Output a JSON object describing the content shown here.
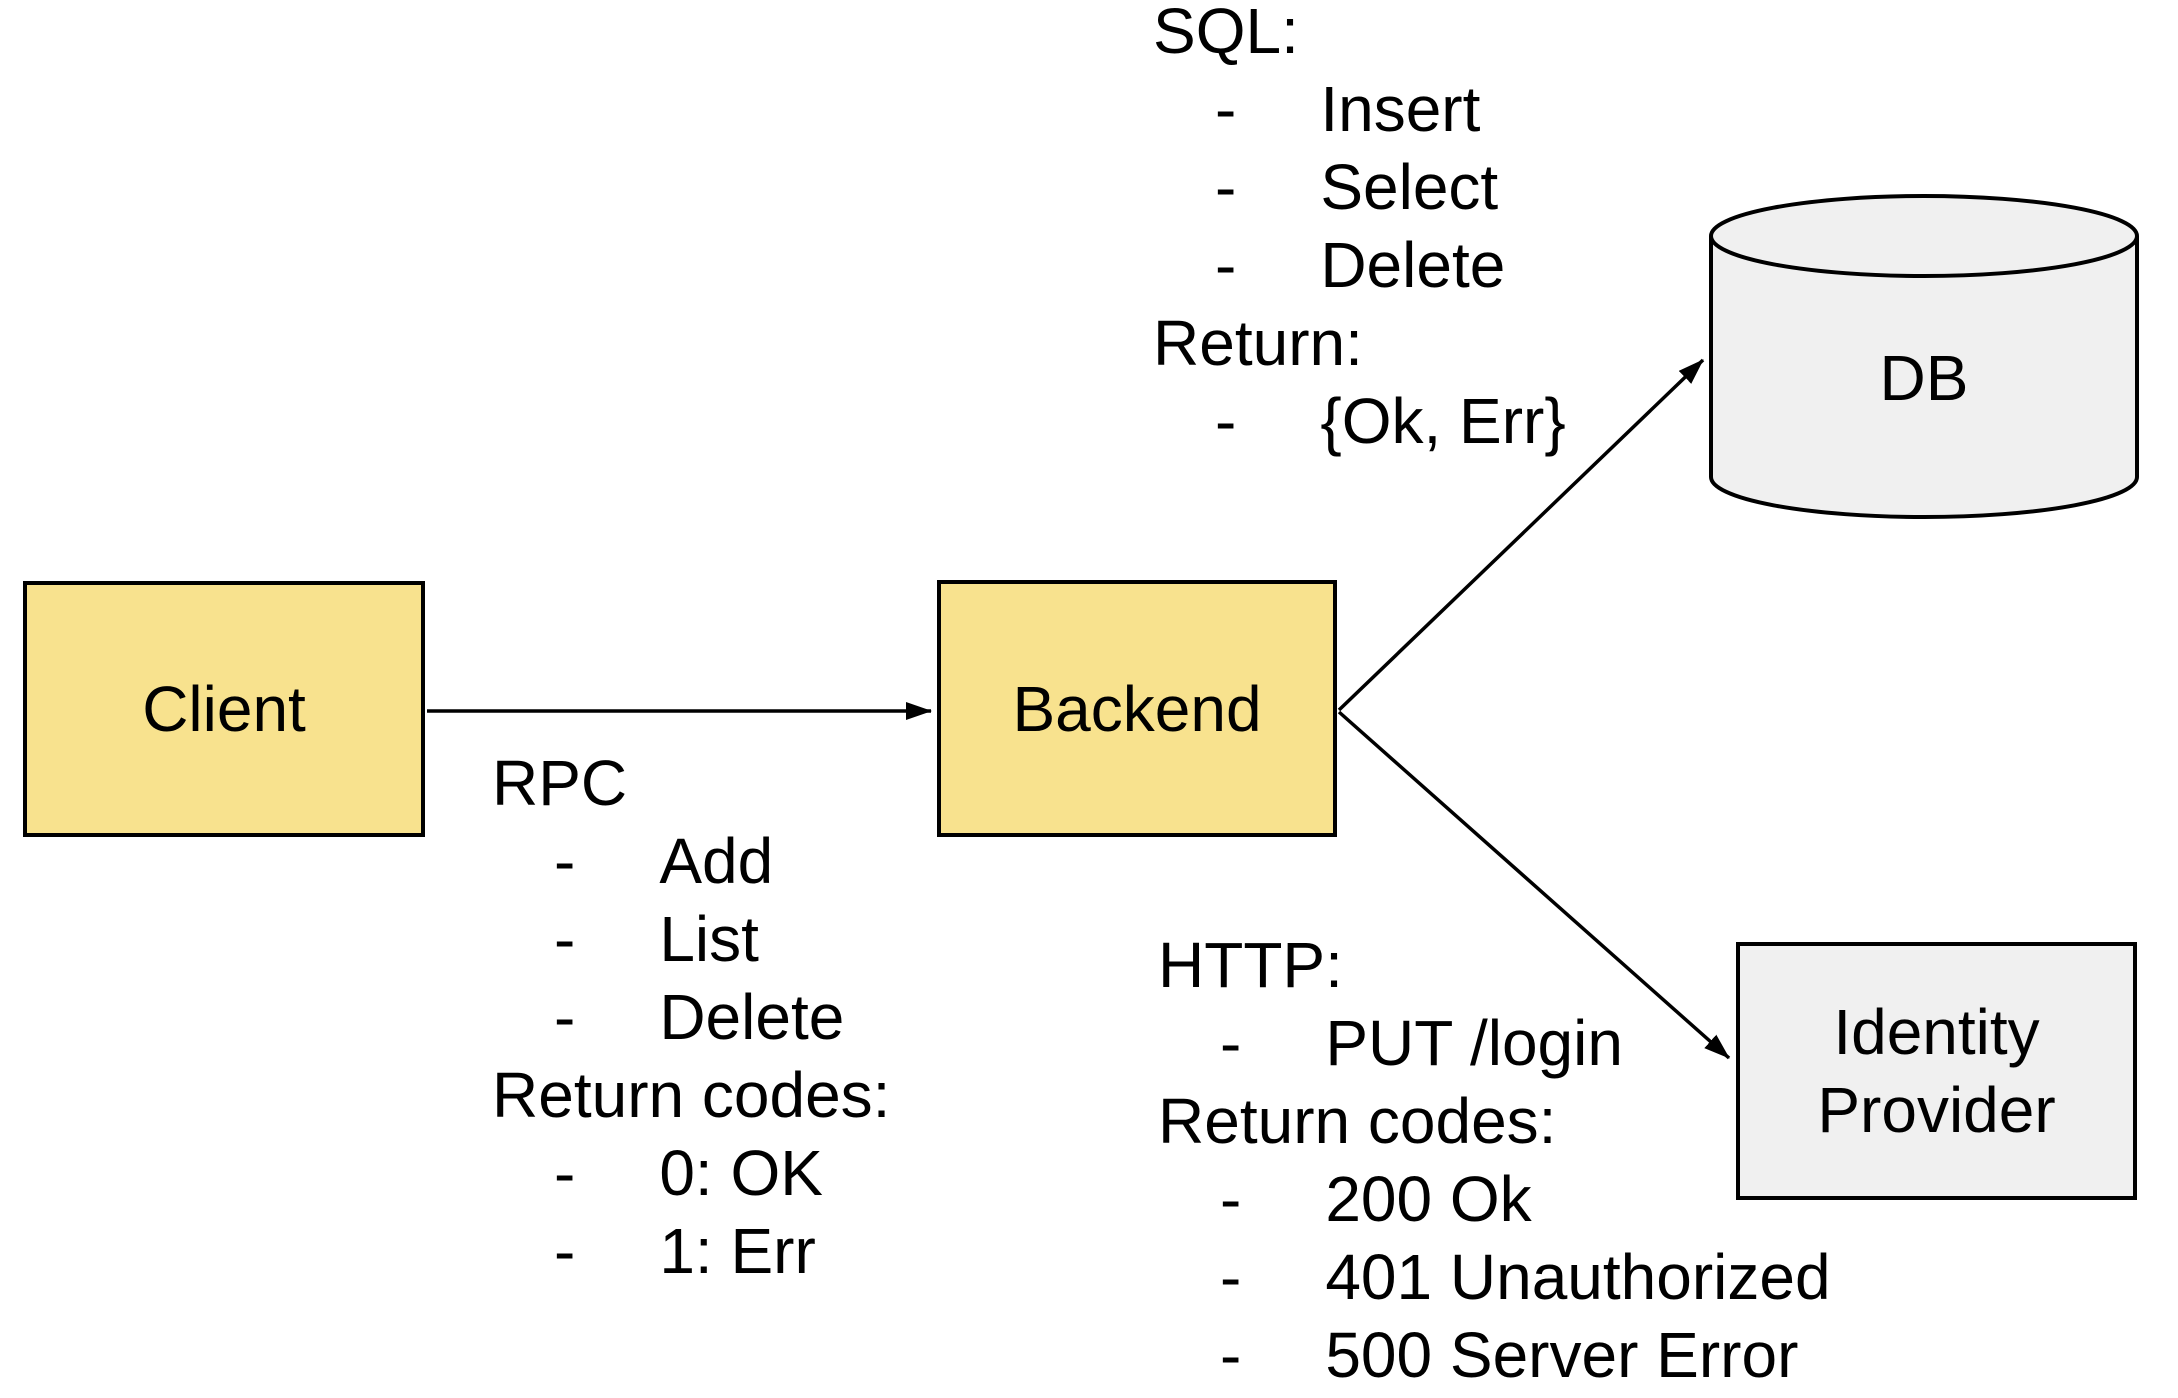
{
  "nodes": {
    "client": {
      "label": "Client",
      "fill": "#F8E28E"
    },
    "backend": {
      "label": "Backend",
      "fill": "#F8E28E"
    },
    "db": {
      "label": "DB",
      "shape": "cylinder",
      "fill": "#F0F0F0"
    },
    "identity_provider": {
      "label": "Identity Provider",
      "fill": "#F0F0F0"
    }
  },
  "edges": [
    {
      "from": "Client",
      "to": "Backend"
    },
    {
      "from": "Backend",
      "to": "DB"
    },
    {
      "from": "Backend",
      "to": "Identity Provider"
    }
  ],
  "annotations": {
    "rpc": {
      "header": "RPC",
      "items": [
        "Add",
        "List",
        "Delete"
      ],
      "subheader": "Return codes:",
      "subitems": [
        "0: OK",
        "1: Err"
      ]
    },
    "sql": {
      "header": "SQL:",
      "items": [
        "Insert",
        "Select",
        "Delete"
      ],
      "subheader": "Return:",
      "subitems": [
        "{Ok, Err}"
      ]
    },
    "http": {
      "header": "HTTP:",
      "items": [
        "PUT /login"
      ],
      "subheader": "Return codes:",
      "subitems": [
        "200 Ok",
        "401 Unauthorized",
        "500 Server Error"
      ]
    }
  },
  "ui": {
    "bullet": "-"
  },
  "colors": {
    "node_fill_yellow": "#F8E28E",
    "node_fill_gray": "#F0F0F0",
    "stroke": "#000000",
    "text": "#000000",
    "background": "#FFFFFF"
  }
}
